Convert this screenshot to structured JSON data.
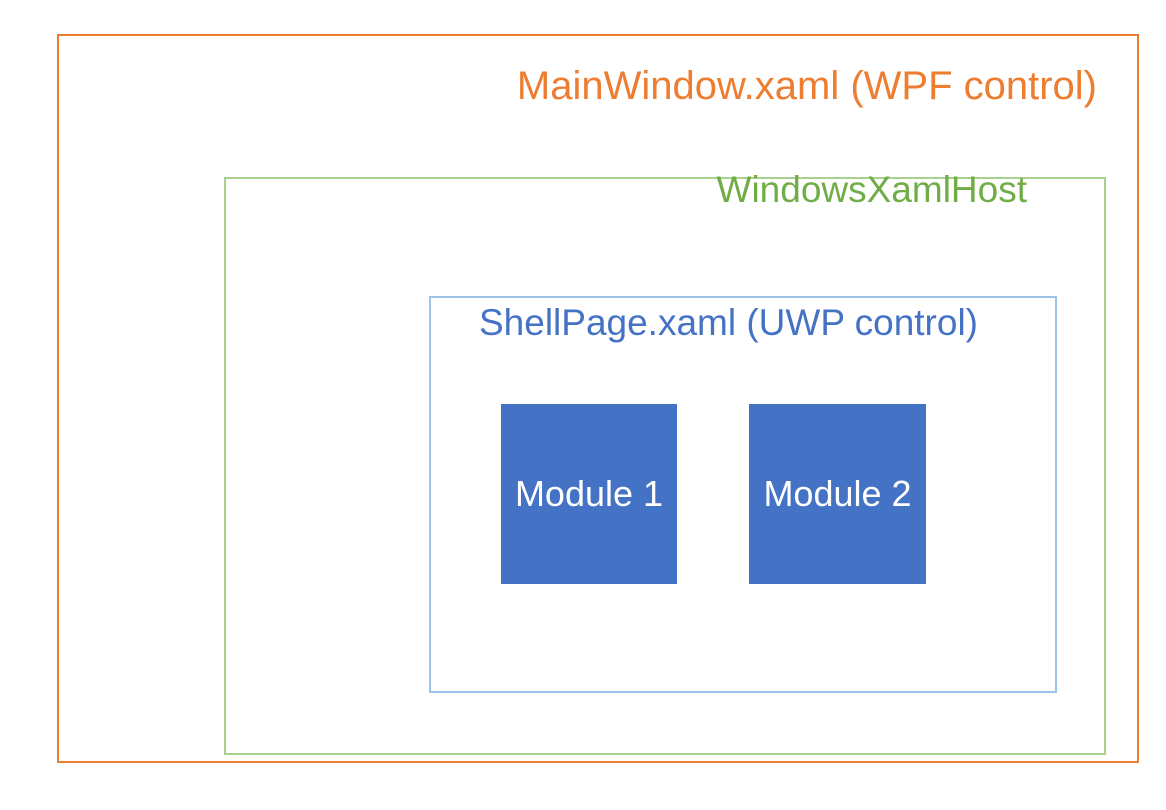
{
  "diagram": {
    "title": "WPF / XAML Island architecture nesting diagram",
    "colors": {
      "wpf_orange": "#ED7D31",
      "host_green": "#70AD47",
      "host_border_green": "#A9D18E",
      "uwp_blue": "#4472C4",
      "uwp_border_blue": "#9DC3E6",
      "module_fill": "#4472C4",
      "module_text": "#FFFFFF",
      "background": "#FFFFFF"
    },
    "layers": [
      {
        "id": "wpf-window",
        "label": "MainWindow.xaml (WPF control)",
        "label_align": "right",
        "color": "#ED7D31"
      },
      {
        "id": "xaml-host",
        "label": "WindowsXamlHost",
        "label_align": "right",
        "color": "#70AD47"
      },
      {
        "id": "uwp-shellpage",
        "label": "ShellPage.xaml (UWP control)",
        "label_align": "right",
        "color": "#4472C4"
      }
    ],
    "modules": [
      {
        "id": "module-1",
        "label": "Module 1"
      },
      {
        "id": "module-2",
        "label": "Module 2"
      }
    ]
  }
}
